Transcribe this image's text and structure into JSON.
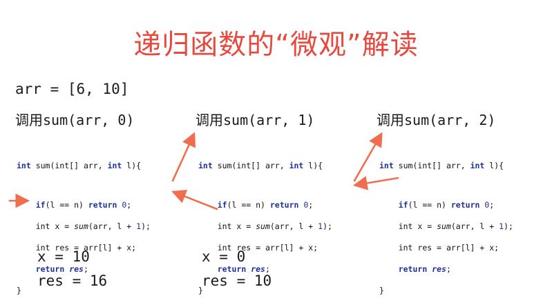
{
  "title": "递归函数的“微观”解读",
  "array_line": "arr = [6, 10]",
  "calls": [
    {
      "prefix": "调用",
      "call": "sum(arr, 0)",
      "code": {
        "signature_kw1": "int",
        "signature_mid": " sum(int[] arr, ",
        "signature_kw2": "int",
        "signature_end": " l){",
        "if_kw": "if",
        "if_cond": "(l == n) ",
        "if_ret": "return",
        "if_val": "0",
        "if_end": ";",
        "x_pre": "int x = ",
        "x_call": "sum",
        "x_args": "(arr, l + ",
        "x_one": "1",
        "x_end": ");",
        "res_line": "int res = arr[l] + x;",
        "ret_kw": "return",
        "ret_var": "res",
        "ret_end": ";",
        "close": "}"
      },
      "results": {
        "x": "x = 10",
        "res": "res = 16"
      }
    },
    {
      "prefix": "调用",
      "call": "sum(arr, 1)",
      "code": {
        "signature_kw1": "int",
        "signature_mid": " sum(int[] arr, ",
        "signature_kw2": "int",
        "signature_end": " l){",
        "if_kw": "if",
        "if_cond": "(l == n) ",
        "if_ret": "return",
        "if_val": "0",
        "if_end": ";",
        "x_pre": "int x = ",
        "x_call": "sum",
        "x_args": "(arr, l + ",
        "x_one": "1",
        "x_end": ");",
        "res_line": "int res = arr[l] + x;",
        "ret_kw": "return",
        "ret_var": "res",
        "ret_end": ";",
        "close": "}"
      },
      "results": {
        "x": "x = 0",
        "res": "res = 10"
      }
    },
    {
      "prefix": "调用",
      "call": "sum(arr, 2)",
      "code": {
        "signature_kw1": "int",
        "signature_mid": " sum(int[] arr, ",
        "signature_kw2": "int",
        "signature_end": " l){",
        "if_kw": "if",
        "if_cond": "(l == n) ",
        "if_ret": "return",
        "if_val": "0",
        "if_end": ";",
        "x_pre": "int x = ",
        "x_call": "sum",
        "x_args": "(arr, l + ",
        "x_one": "1",
        "x_end": ");",
        "res_line": "int res = arr[l] + x;",
        "ret_kw": "return",
        "ret_var": "res",
        "ret_end": ";",
        "close": "}"
      },
      "results": {
        "x": "",
        "res": ""
      }
    }
  ],
  "colors": {
    "title": "#e8493f",
    "arrow": "#ee6e4e",
    "keyword": "#1d2f9c"
  }
}
